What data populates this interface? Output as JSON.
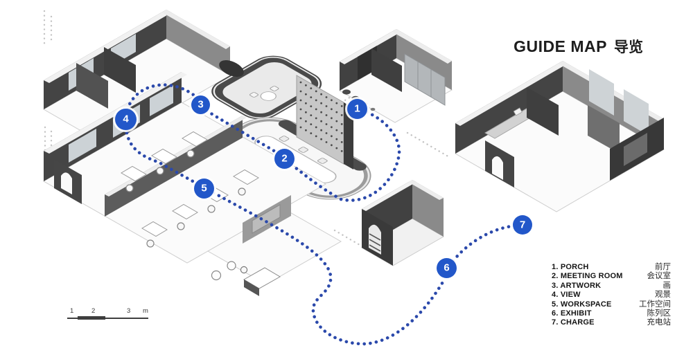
{
  "title": {
    "en": "GUIDE MAP",
    "zh": "导览"
  },
  "legend": {
    "items": [
      {
        "label": "1. PORCH",
        "zh": "前厅"
      },
      {
        "label": "2. MEETING ROOM",
        "zh": "会议室"
      },
      {
        "label": "3. ARTWORK",
        "zh": "画"
      },
      {
        "label": "4. VIEW",
        "zh": "观景"
      },
      {
        "label": "5. WORKSPACE",
        "zh": "工作空间"
      },
      {
        "label": "6. EXHIBIT",
        "zh": "陈列区"
      },
      {
        "label": "7. CHARGE",
        "zh": "充电站"
      }
    ]
  },
  "waypoints": [
    {
      "number": "1"
    },
    {
      "number": "2"
    },
    {
      "number": "3"
    },
    {
      "number": "4"
    },
    {
      "number": "5"
    },
    {
      "number": "6"
    },
    {
      "number": "7"
    }
  ],
  "scale_bar": {
    "labels": [
      "1",
      "2",
      "3",
      "m"
    ]
  },
  "colors": {
    "accent_blue": "#2257c9",
    "route_blue": "#2b49ab",
    "wall_dark": "#454545",
    "wall_mid": "#8a8a8a",
    "floor_light": "#f7f7f7"
  }
}
